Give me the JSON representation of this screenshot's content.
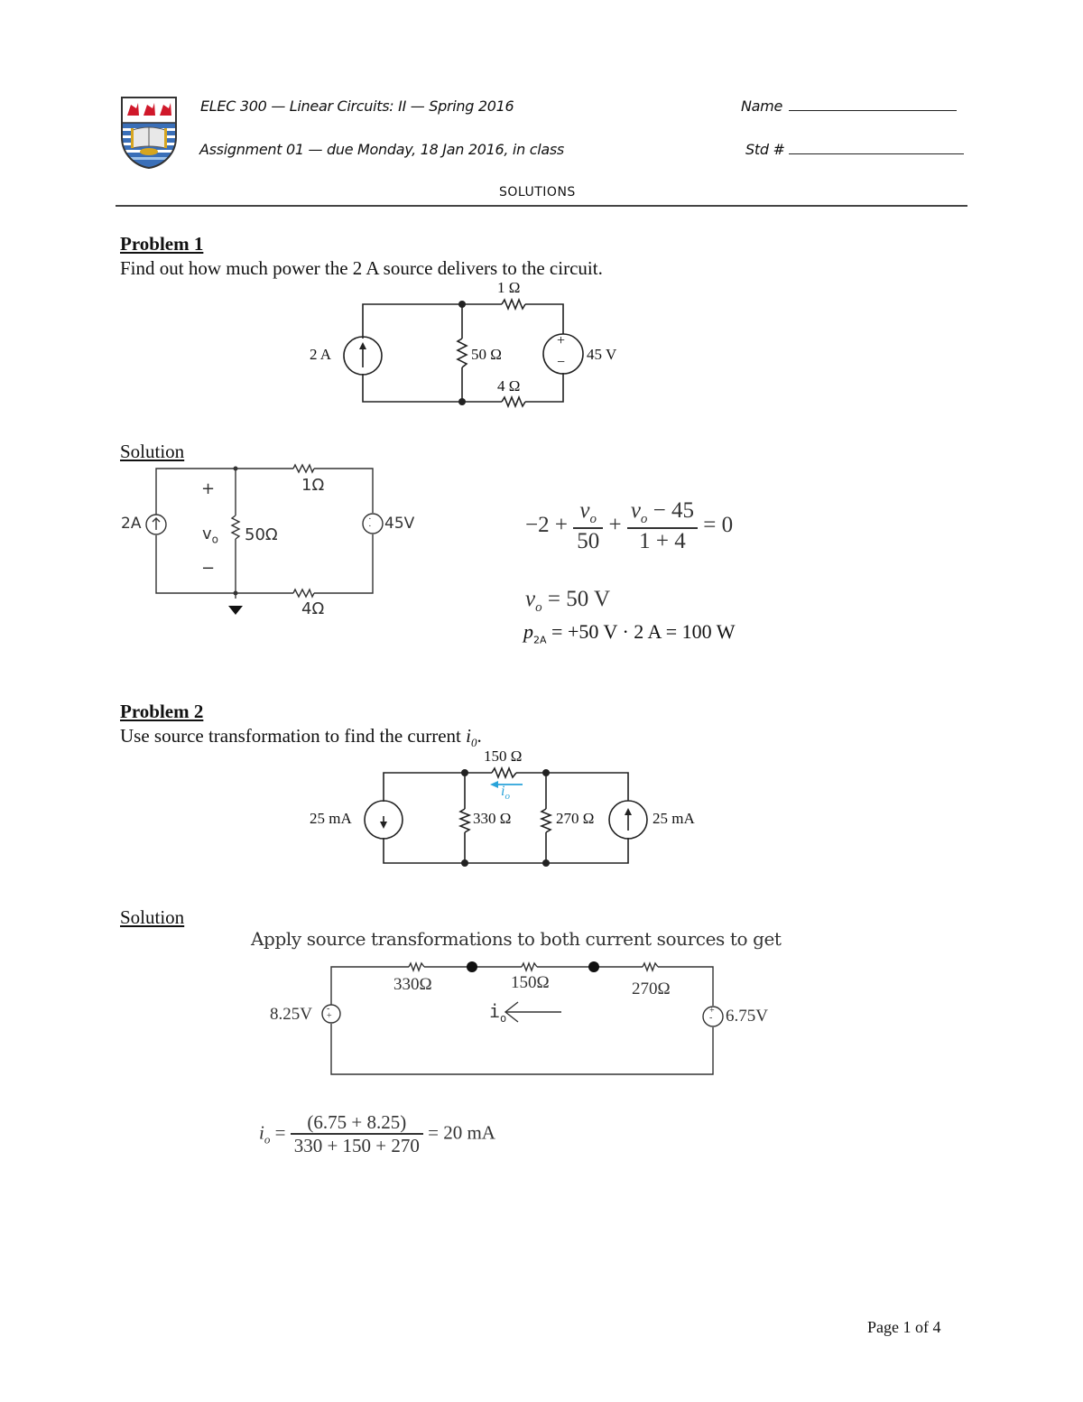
{
  "header": {
    "logo": "university-crest-icon",
    "course_line": "ELEC 300 — Linear Circuits: II — Spring 2016",
    "assignment_line": "Assignment 01 — due Monday, 18 Jan 2016, in class",
    "name_label": "Name",
    "std_label": "Std #",
    "solutions_label": "SOLUTIONS"
  },
  "problem1": {
    "title": "Problem 1",
    "statement": "Find out how much power the 2 A source delivers to the circuit.",
    "circuit": {
      "r_top": "1 Ω",
      "r_mid": "50 Ω",
      "r_bot": "4 Ω",
      "current_source": "2 A",
      "voltage_source": "45 V",
      "plus": "+",
      "minus": "−"
    },
    "solution_title": "Solution",
    "solution_circuit": {
      "r_top": "1Ω",
      "r_mid": "50Ω",
      "r_bot": "4Ω",
      "current_source": "2A",
      "voltage_source": "45V",
      "vo_label": "v",
      "vo_sub": "o",
      "plus": "+",
      "minus": "−"
    },
    "equation": {
      "lead": "−2 +",
      "f1_num": "v",
      "f1_num_sub": "o",
      "f1_den": "50",
      "plus": "+",
      "f2_num_var": "v",
      "f2_num_sub": "o",
      "f2_num_rest": " − 45",
      "f2_den": "1 + 4",
      "tail": "= 0"
    },
    "result_vo": {
      "var": "v",
      "sub": "o",
      "rest": " = 50 V"
    },
    "result_power": {
      "var": "p",
      "sub": "2A",
      "rest": " = +50 V · 2 A = 100 W"
    }
  },
  "problem2": {
    "title": "Problem 2",
    "statement_prefix": "Use source transformation to find the current ",
    "statement_var": "i",
    "statement_sub": "0",
    "statement_suffix": ".",
    "circuit": {
      "r_top": "150 Ω",
      "r_left": "330 Ω",
      "r_right": "270 Ω",
      "source_left": "25 mA",
      "source_right": "25 mA",
      "current_label": "i",
      "current_sub": "o",
      "current_color": "#29a3d9"
    },
    "solution_title": "Solution",
    "solution_intro": "Apply source transformations to both current sources to get",
    "solution_circuit": {
      "r1": "330Ω",
      "r2": "150Ω",
      "r3": "270Ω",
      "v_left": "8.25V",
      "v_right": "6.75V",
      "current_label": "i",
      "current_sub": "o"
    },
    "equation": {
      "lhs_var": "i",
      "lhs_sub": "o",
      "eq": "=",
      "num": "(6.75 + 8.25)",
      "den": "330 + 150 + 270",
      "rhs": "= 20 mA"
    }
  },
  "footer": {
    "page": "Page 1 of 4"
  }
}
